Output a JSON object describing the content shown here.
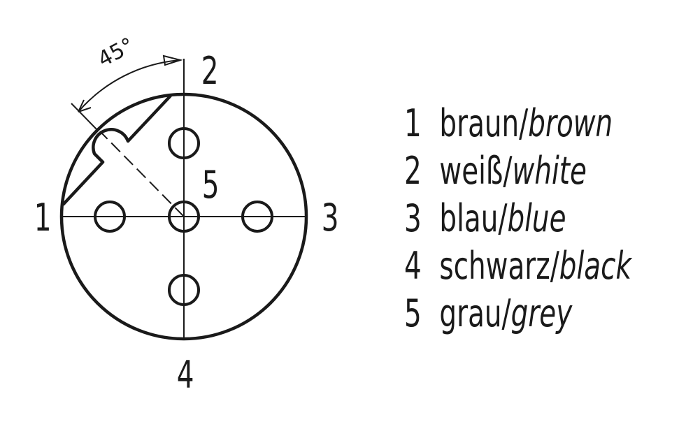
{
  "diagram": {
    "angle_label": "45°",
    "pins": [
      {
        "number": "1"
      },
      {
        "number": "2"
      },
      {
        "number": "3"
      },
      {
        "number": "4"
      },
      {
        "number": "5"
      }
    ]
  },
  "legend": [
    {
      "pin": "1",
      "de": "braun/",
      "en": "brown"
    },
    {
      "pin": "2",
      "de": "weiß/",
      "en": "white"
    },
    {
      "pin": "3",
      "de": "blau/",
      "en": "blue"
    },
    {
      "pin": "4",
      "de": "schwarz/",
      "en": "black"
    },
    {
      "pin": "5",
      "de": "grau/",
      "en": "grey"
    }
  ]
}
